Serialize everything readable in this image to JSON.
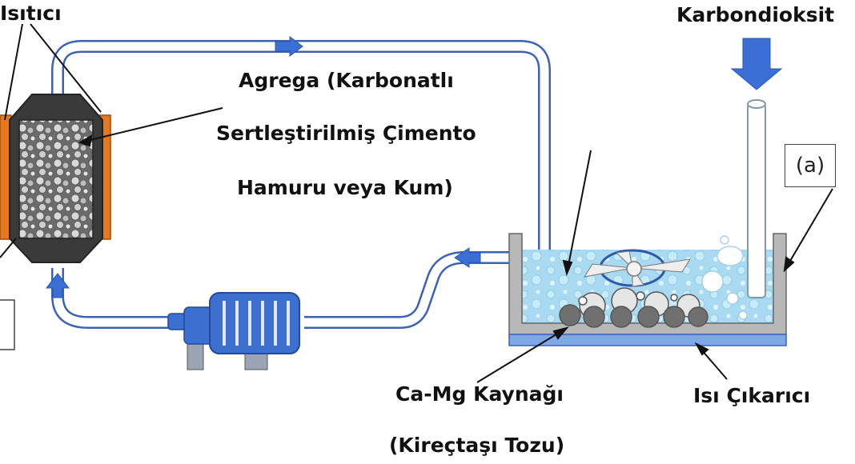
{
  "labels": {
    "heater": "Isıtıcı",
    "co2": "Karbondioksit",
    "aggregate_line1": "Agrega (Karbonatlı",
    "aggregate_line2": "Sertleştirilmiş Çimento",
    "aggregate_line3": "Hamuru veya Kum)",
    "tag_a": "(a)",
    "camg_line1": "Ca-Mg Kaynağı",
    "camg_line2": "(Kireçtaşı Tozu)",
    "heat_remover": "Isı Çıkarıcı"
  },
  "colors": {
    "pipe_outline": "#3a63b8",
    "arrow": "#3a6fd6",
    "heater": "#e8781e",
    "reactor_body": "#3a3a3a",
    "water": "#a9daf2",
    "tank_wall": "#b8b8b8",
    "cooler_plate": "#7fa8e8",
    "pump": "#3d6fd1"
  },
  "icons": [
    "fan-icon",
    "pump-icon",
    "co2-arrow-icon"
  ]
}
